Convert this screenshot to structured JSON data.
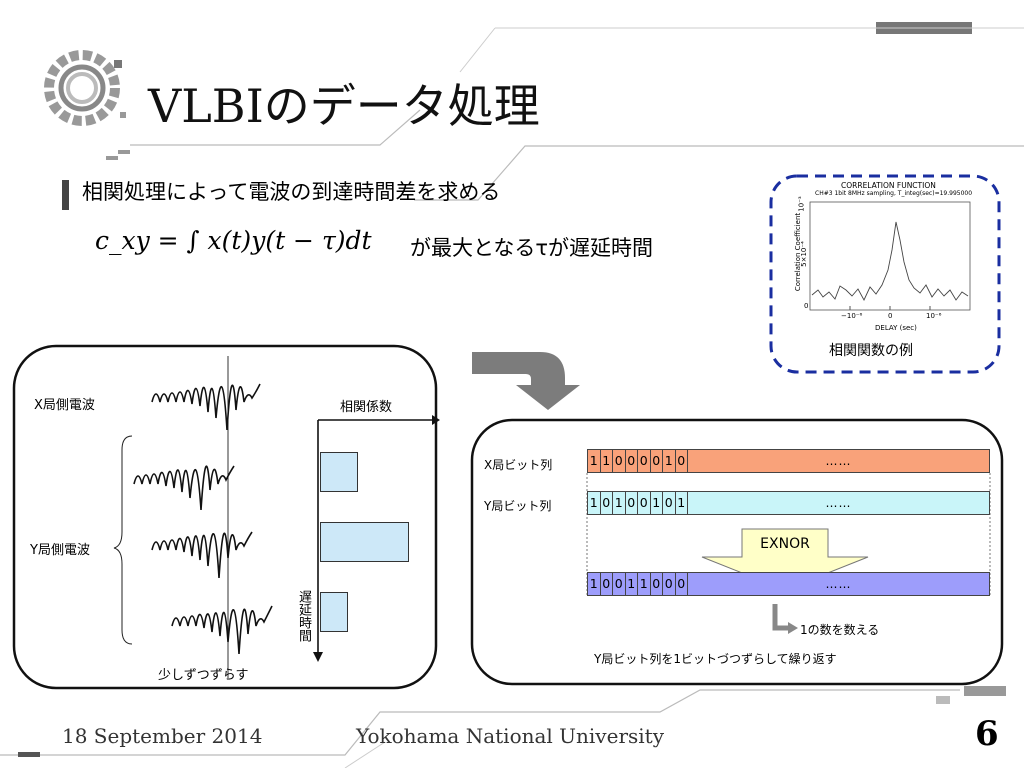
{
  "slide": {
    "title": "VLBIのデータ処理",
    "bullet": "相関処理によって電波の到達時間差を求める",
    "formula": "c_xy = ∫ x(t)y(t − τ)dt",
    "formula_text": "が最大となるτが遅延時間",
    "footer_date": "18 September 2014",
    "footer_org": "Yokohama National University",
    "page_number": "6"
  },
  "correlation_example": {
    "plot_title": "CORRELATION FUNCTION",
    "plot_subtitle": "CH#3 1bit 8MHz sampling, T_integ(sec)=19.995000",
    "ylabel": "Correlation Coefficient",
    "yexp": "10⁻³",
    "ytick_top": "5×10⁻⁴",
    "ytick_zero": "0",
    "xticks": [
      "−10⁻⁶",
      "0",
      "10⁻⁶"
    ],
    "xlabel": "DELAY (sec)",
    "caption": "相関関数の例"
  },
  "left_panel": {
    "x_label": "X局側電波",
    "y_label": "Y局側電波",
    "corr_label": "相関係数",
    "delay_label": "遅延時間",
    "shift_label": "少しずつずらす",
    "bars": [
      0.4,
      0.95,
      0.3
    ]
  },
  "right_panel": {
    "x_bits_label": "X局ビット列",
    "y_bits_label": "Y局ビット列",
    "x_bits": [
      "1",
      "1",
      "0",
      "0",
      "0",
      "0",
      "1",
      "0"
    ],
    "y_bits": [
      "1",
      "0",
      "1",
      "0",
      "0",
      "1",
      "0",
      "1"
    ],
    "result_bits": [
      "1",
      "0",
      "0",
      "1",
      "1",
      "0",
      "0",
      "0"
    ],
    "ellipsis": "……",
    "op_label": "EXNOR",
    "count_label": "1の数を数える",
    "repeat_label": "Y局ビット列を1ビットづつずらして繰り返す",
    "colors": {
      "x": "#f9a27a",
      "y": "#c9f5f9",
      "result": "#9d9dfb"
    }
  }
}
